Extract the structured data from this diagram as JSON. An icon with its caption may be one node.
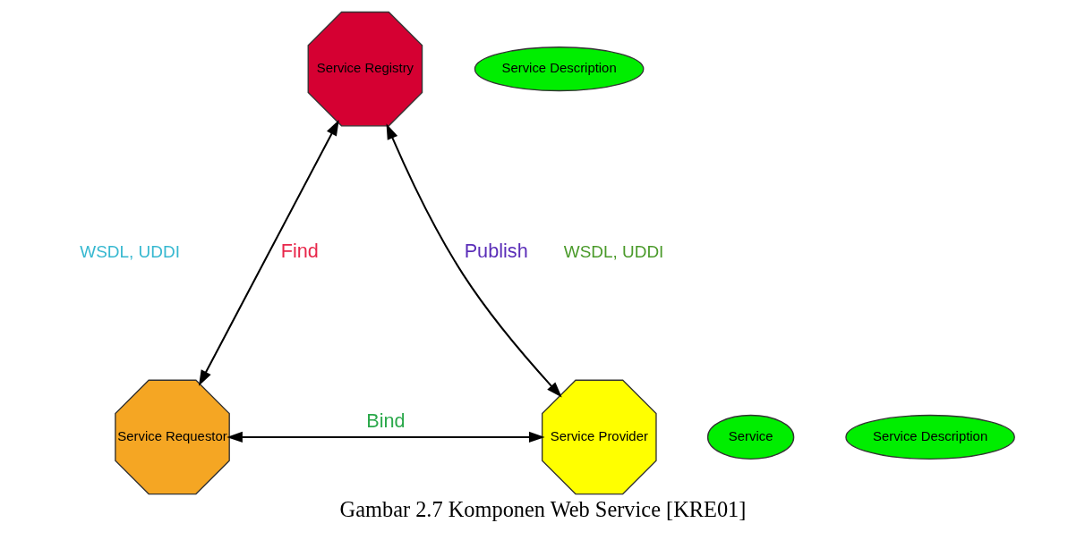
{
  "diagram": {
    "caption": "Gambar 2.7 Komponen Web Service [KRE01]",
    "nodes": [
      {
        "text": [
          "Service Description"
        ]
      },
      {
        "text": [
          "Service Registry"
        ]
      },
      {
        "text": [
          "Service Requestor"
        ]
      },
      {
        "text": [
          "Service Provider"
        ]
      },
      {
        "text": [
          "Service"
        ]
      },
      {
        "text": [
          "Service Description"
        ]
      }
    ],
    "edges": [
      {
        "from": 1,
        "to": 2,
        "arrow": "both",
        "label": "Find"
      },
      {
        "from": 1,
        "to": 3,
        "arrow": "both",
        "label": "Publish"
      },
      {
        "from": 2,
        "to": 3,
        "arrow": "both",
        "label": "Bind"
      }
    ],
    "labels": [
      "WSDL, UDDI",
      "WSDL, UDDI"
    ]
  }
}
